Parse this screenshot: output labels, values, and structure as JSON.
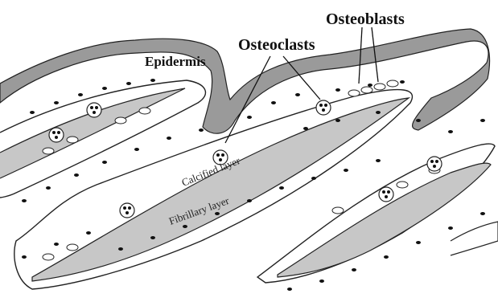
{
  "figure": {
    "labels": {
      "epidermis": "Epidermis",
      "osteoclasts": "Osteoclasts",
      "osteoblasts": "Osteoblasts",
      "calcified_layer": "Calcified layer",
      "fibrillary_layer": "Fibrillary layer"
    },
    "colors": {
      "epidermis": "#9a9a9a",
      "calcified": "#c7c7c7",
      "outline": "#222222",
      "background": "#ffffff"
    }
  }
}
